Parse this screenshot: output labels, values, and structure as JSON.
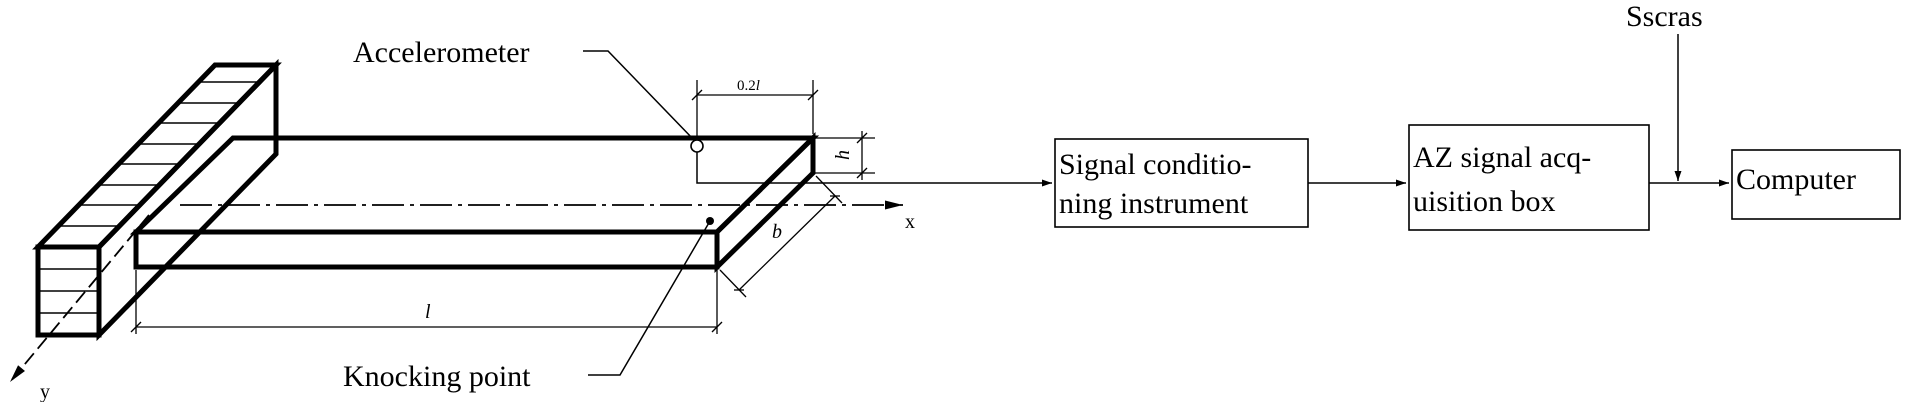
{
  "labels": {
    "accelerometer": "Accelerometer",
    "knocking_point": "Knocking point",
    "dim_l": "l",
    "dim_b": "b",
    "dim_h": "h",
    "dim_02l_prefix": "0.2",
    "dim_02l_var": "l",
    "axis_x": "x",
    "axis_y": "y",
    "sscras": "Sscras"
  },
  "blocks": {
    "signal_conditioning": {
      "line1": "Signal conditio-",
      "line2": "ning instrument"
    },
    "az_acquisition": {
      "line1": "AZ signal acq-",
      "line2": "uisition box"
    },
    "computer": {
      "line1": "Computer"
    }
  }
}
